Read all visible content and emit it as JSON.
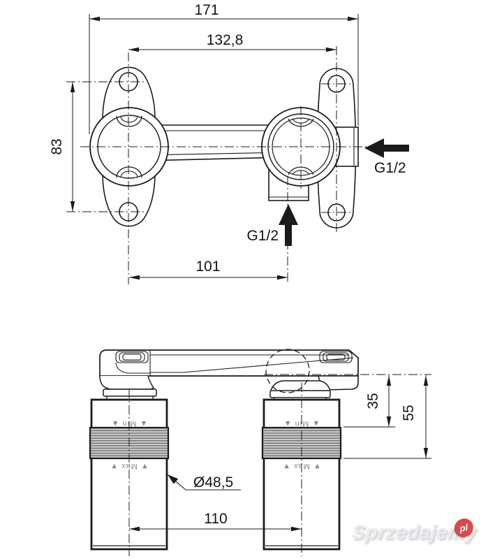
{
  "drawing": {
    "top_view": {
      "dim_total_width": "171",
      "dim_hole_spacing": "132,8",
      "dim_hole_vertical": "83",
      "dim_inlet_offset": "101",
      "side_inlet_thread": "G1/2",
      "bottom_inlet_thread": "G1/2"
    },
    "front_view": {
      "dim_min_depth": "35",
      "dim_max_depth": "55",
      "dim_body_diameter": "Ø48,5",
      "dim_center_distance": "110",
      "min_marking": "▲ Min ▲",
      "max_marking": "▼ Max ▼"
    },
    "colors": {
      "line": "#1b1b1b",
      "rib_fill": "#c8c8c8",
      "rib_line": "#606060",
      "marking_gray": "#8a8a8a"
    }
  },
  "watermark": {
    "site_name": "Sprzedajemy",
    "tld_badge": "pl",
    "badge_color": "#d84a4a",
    "text_color": "#ececee"
  }
}
